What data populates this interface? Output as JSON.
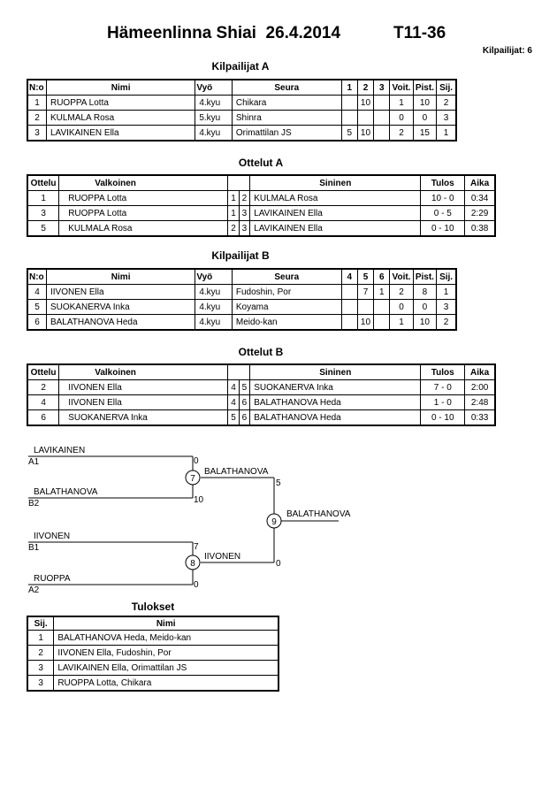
{
  "header": {
    "title": "Hämeenlinna Shiai  26.4.2014",
    "category": "T11-36",
    "competitors_count": "Kilpailijat: 6"
  },
  "pool_a": {
    "title": "Kilpailijat A",
    "headers": [
      "N:o",
      "Nimi",
      "Vyö",
      "Seura",
      "1",
      "2",
      "3",
      "Voit.",
      "Pist.",
      "Sij."
    ],
    "rows": [
      [
        "1",
        "RUOPPA Lotta",
        "4.kyu",
        "Chikara",
        "",
        "10",
        "",
        "1",
        "10",
        "2"
      ],
      [
        "2",
        "KULMALA Rosa",
        "5.kyu",
        "Shinra",
        "",
        "",
        "",
        "0",
        "0",
        "3"
      ],
      [
        "3",
        "LAVIKAINEN Ella",
        "4.kyu",
        "Orimattilan JS",
        "5",
        "10",
        "",
        "2",
        "15",
        "1"
      ]
    ]
  },
  "matches_a": {
    "title": "Ottelut A",
    "headers": [
      "Ottelu",
      "Valkoinen",
      "Sininen",
      "Tulos",
      "Aika"
    ],
    "rows": [
      [
        "1",
        "RUOPPA Lotta",
        "1",
        "2",
        "KULMALA Rosa",
        "10 - 0",
        "0:34"
      ],
      [
        "3",
        "RUOPPA Lotta",
        "1",
        "3",
        "LAVIKAINEN Ella",
        "0 - 5",
        "2:29"
      ],
      [
        "5",
        "KULMALA Rosa",
        "2",
        "3",
        "LAVIKAINEN Ella",
        "0 - 10",
        "0:38"
      ]
    ]
  },
  "pool_b": {
    "title": "Kilpailijat B",
    "headers": [
      "N:o",
      "Nimi",
      "Vyö",
      "Seura",
      "4",
      "5",
      "6",
      "Voit.",
      "Pist.",
      "Sij."
    ],
    "rows": [
      [
        "4",
        "IIVONEN Ella",
        "4.kyu",
        "Fudoshin, Por",
        "",
        "7",
        "1",
        "2",
        "8",
        "1"
      ],
      [
        "5",
        "SUOKANERVA Inka",
        "4.kyu",
        "Koyama",
        "",
        "",
        "",
        "0",
        "0",
        "3"
      ],
      [
        "6",
        "BALATHANOVA Heda",
        "4.kyu",
        "Meido-kan",
        "",
        "10",
        "",
        "1",
        "10",
        "2"
      ]
    ]
  },
  "matches_b": {
    "title": "Ottelut B",
    "headers": [
      "Ottelu",
      "Valkoinen",
      "Sininen",
      "Tulos",
      "Aika"
    ],
    "rows": [
      [
        "2",
        "IIVONEN Ella",
        "4",
        "5",
        "SUOKANERVA Inka",
        "7 - 0",
        "2:00"
      ],
      [
        "4",
        "IIVONEN Ella",
        "4",
        "6",
        "BALATHANOVA Heda",
        "1 - 0",
        "2:48"
      ],
      [
        "6",
        "SUOKANERVA Inka",
        "5",
        "6",
        "BALATHANOVA Heda",
        "0 - 10",
        "0:33"
      ]
    ]
  },
  "bracket": {
    "sf1_top_name": "LAVIKAINEN",
    "sf1_top_seed": "A1",
    "sf1_top_score": "0",
    "sf1_bottom_name": "BALATHANOVA",
    "sf1_bottom_seed": "B2",
    "sf1_bottom_score": "10",
    "sf1_match": "7",
    "sf1_winner": "BALATHANOVA",
    "sf1_winner_score": "5",
    "sf2_top_name": "IIVONEN",
    "sf2_top_seed": "B1",
    "sf2_top_score": "7",
    "sf2_bottom_name": "RUOPPA",
    "sf2_bottom_seed": "A2",
    "sf2_bottom_score": "0",
    "sf2_match": "8",
    "sf2_winner": "IIVONEN",
    "sf2_winner_score": "0",
    "final_match": "9",
    "final_winner": "BALATHANOVA"
  },
  "results": {
    "title": "Tulokset",
    "headers": [
      "Sij.",
      "Nimi"
    ],
    "rows": [
      [
        "1",
        "BALATHANOVA Heda, Meido-kan"
      ],
      [
        "2",
        "IIVONEN Ella, Fudoshin, Por"
      ],
      [
        "3",
        "LAVIKAINEN Ella, Orimattilan JS"
      ],
      [
        "3",
        "RUOPPA Lotta, Chikara"
      ]
    ]
  }
}
